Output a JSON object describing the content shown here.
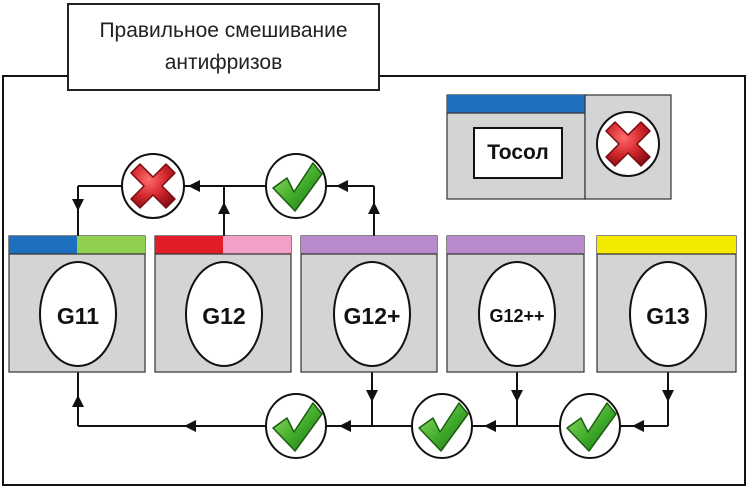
{
  "title": {
    "line1": "Правильное смешивание",
    "line2": "антифризов"
  },
  "legend": {
    "label": "Тосол",
    "stripe_color": "#1f6fbf",
    "verdict": "incompatible"
  },
  "antifreezes": [
    {
      "id": "g11",
      "label": "G11",
      "stripe_colors": [
        "#1f6fbf",
        "#8fd14f"
      ]
    },
    {
      "id": "g12",
      "label": "G12",
      "stripe_colors": [
        "#e11d2a",
        "#f2a0c8"
      ]
    },
    {
      "id": "g12p",
      "label": "G12+",
      "stripe_colors": [
        "#b98acb"
      ]
    },
    {
      "id": "g12pp",
      "label": "G12++",
      "stripe_colors": [
        "#b98acb"
      ]
    },
    {
      "id": "g13",
      "label": "G13",
      "stripe_colors": [
        "#f4ea00"
      ]
    }
  ],
  "top_links": [
    {
      "from": "G12",
      "to": "G11",
      "verdict": "incompatible"
    },
    {
      "from": "G12+",
      "to": "G12",
      "verdict": "compatible"
    }
  ],
  "bottom_links": [
    {
      "from": "G12+",
      "to": "G11",
      "verdict": "compatible"
    },
    {
      "from": "G12++",
      "to": "G12+",
      "verdict": "compatible"
    },
    {
      "from": "G13",
      "to": "G12++",
      "verdict": "compatible"
    }
  ],
  "colors": {
    "box_fill": "#d4d4d4",
    "line": "#111111",
    "check_green": "#3faa2a",
    "cross_red": "#d0242b"
  }
}
